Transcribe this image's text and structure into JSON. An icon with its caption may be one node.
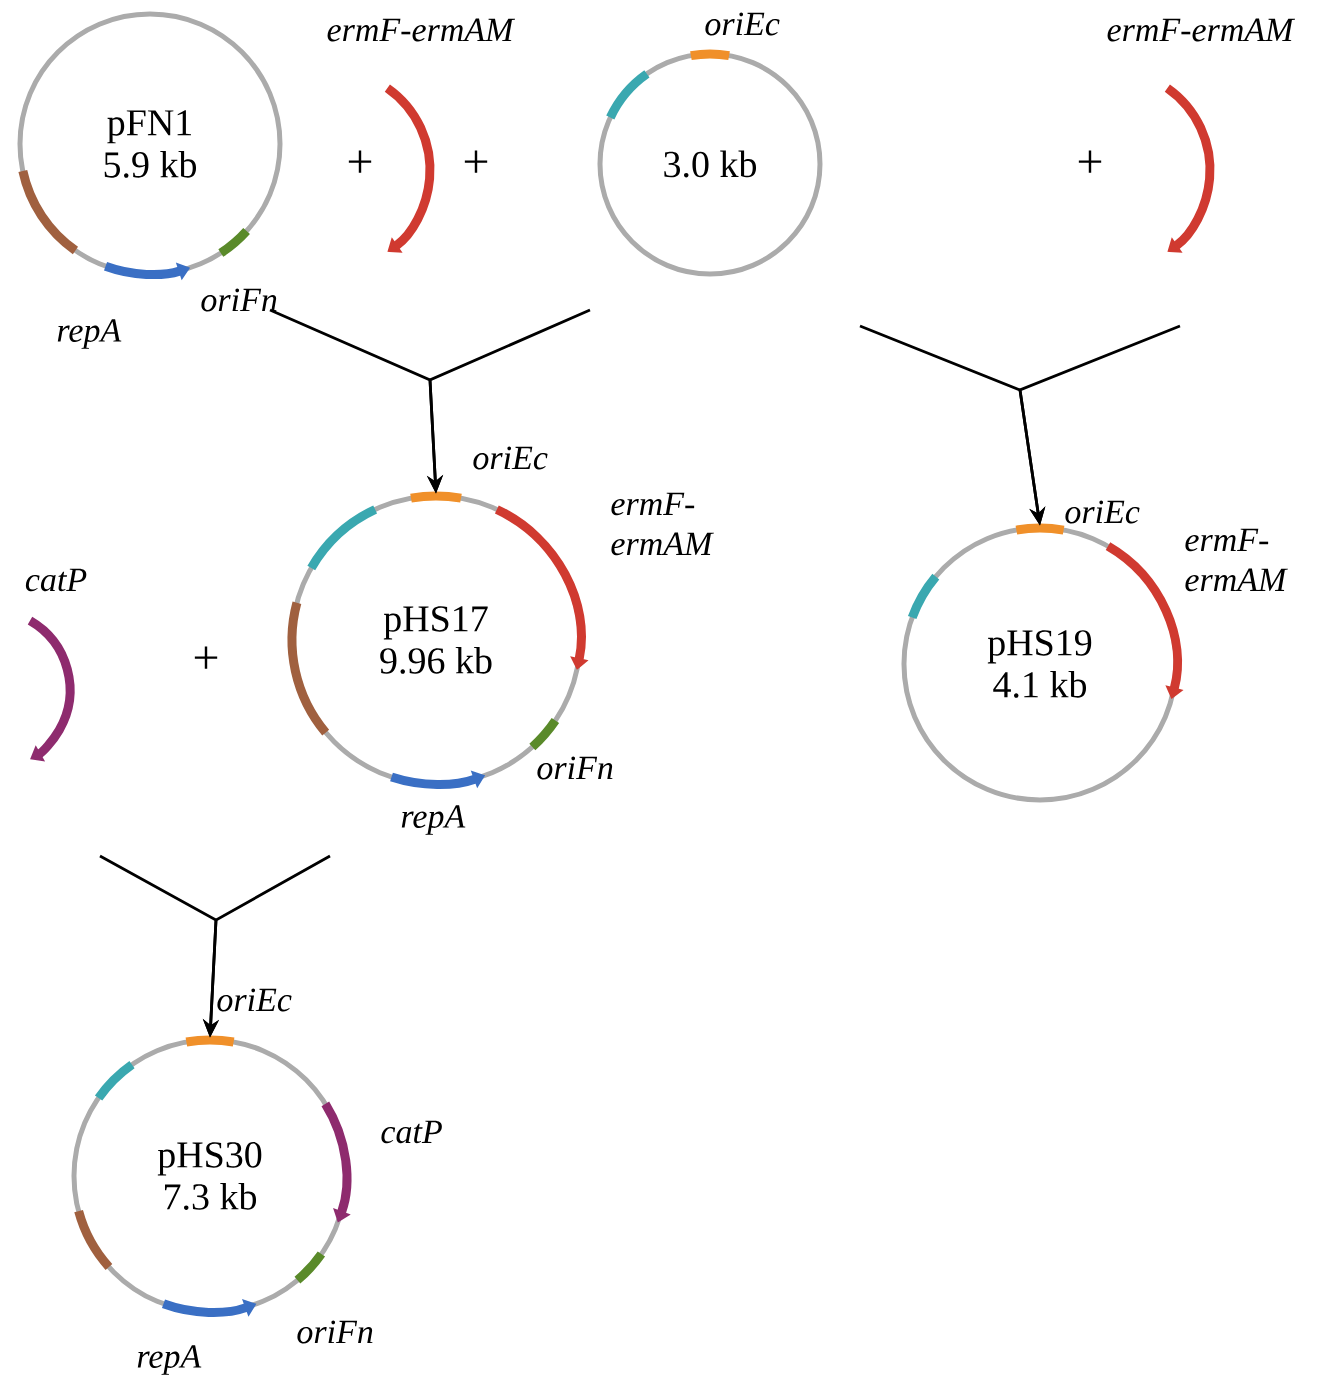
{
  "diagram": {
    "nodes": [
      {
        "text": [
          "pFN1",
          "5.9 kb"
        ],
        "beside": [
          "repA",
          "oriFn"
        ]
      },
      {
        "text": [
          "ermF-ermAM"
        ]
      },
      {
        "text": [
          "3.0 kb"
        ],
        "beside": [
          "oriEc"
        ]
      },
      {
        "text": [
          "ermF-ermAM"
        ]
      },
      {
        "text": [
          "catP"
        ]
      },
      {
        "text": [
          "pHS17",
          "9.96 kb"
        ],
        "beside": [
          "oriEc",
          "ermF- ermAM",
          "oriFn",
          "repA"
        ]
      },
      {
        "text": [
          "pHS19",
          "4.1 kb"
        ],
        "beside": [
          "oriEc",
          "ermF- ermAM"
        ]
      },
      {
        "text": [
          "pHS30",
          "7.3 kb"
        ],
        "beside": [
          "oriEc",
          "catP",
          "oriFn",
          "repA"
        ]
      }
    ],
    "edges": [
      {
        "from": 0,
        "to": 5,
        "arrow": "to"
      },
      {
        "from": 2,
        "to": 5,
        "arrow": "to"
      },
      {
        "from": 2,
        "to": 6,
        "arrow": "to"
      },
      {
        "from": 3,
        "to": 6,
        "arrow": "to"
      },
      {
        "from": 4,
        "to": 7,
        "arrow": "to"
      },
      {
        "from": 5,
        "to": 7,
        "arrow": "to"
      }
    ],
    "labels": [
      "+",
      "+",
      "+",
      "+"
    ]
  }
}
